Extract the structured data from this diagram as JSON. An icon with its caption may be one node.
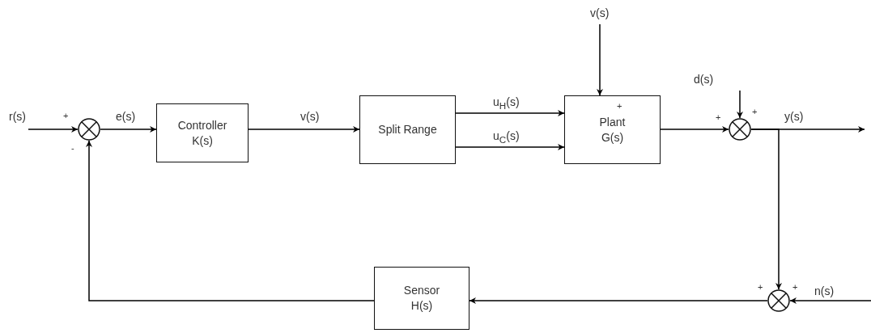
{
  "diagram": {
    "nodes": [
      {
        "text": [],
        "shape": "circle"
      },
      {
        "text": [
          "Controller K(s)"
        ]
      },
      {
        "text": [
          "Split Range"
        ]
      },
      {
        "text": [
          "Plant G(s)"
        ]
      },
      {
        "text": [],
        "shape": "circle"
      },
      {
        "text": [],
        "shape": "circle"
      },
      {
        "text": [
          "Sensor H(s)"
        ]
      }
    ],
    "edges": [
      {
        "from": null,
        "to": 0,
        "arrow": "to",
        "label": "r(s)"
      },
      {
        "from": 0,
        "to": 1,
        "arrow": "to",
        "label": "e(s)"
      },
      {
        "from": 1,
        "to": 2,
        "arrow": "to",
        "label": "v(s)"
      },
      {
        "from": 2,
        "to": 3,
        "arrow": "to",
        "label": "u$_{H}$(s)"
      },
      {
        "from": 2,
        "to": 3,
        "arrow": "to",
        "label": "u$_{C}$(s)"
      },
      {
        "from": null,
        "to": 3,
        "arrow": "to",
        "label": "v(s)"
      },
      {
        "from": 3,
        "to": 4,
        "arrow": "to"
      },
      {
        "from": null,
        "to": 4,
        "arrow": "to",
        "label": "d(s)"
      },
      {
        "from": 4,
        "to": null,
        "arrow": "to",
        "label": "y(s)"
      },
      {
        "from": 4,
        "to": 5,
        "arrow": "to"
      },
      {
        "from": null,
        "to": 5,
        "arrow": "to",
        "label": "n(s)"
      },
      {
        "from": 5,
        "to": 6,
        "arrow": "to"
      },
      {
        "from": 6,
        "to": 0,
        "arrow": "to"
      }
    ],
    "labels": [
      "+",
      "-",
      "+",
      "+",
      "+",
      "+",
      "+"
    ]
  }
}
